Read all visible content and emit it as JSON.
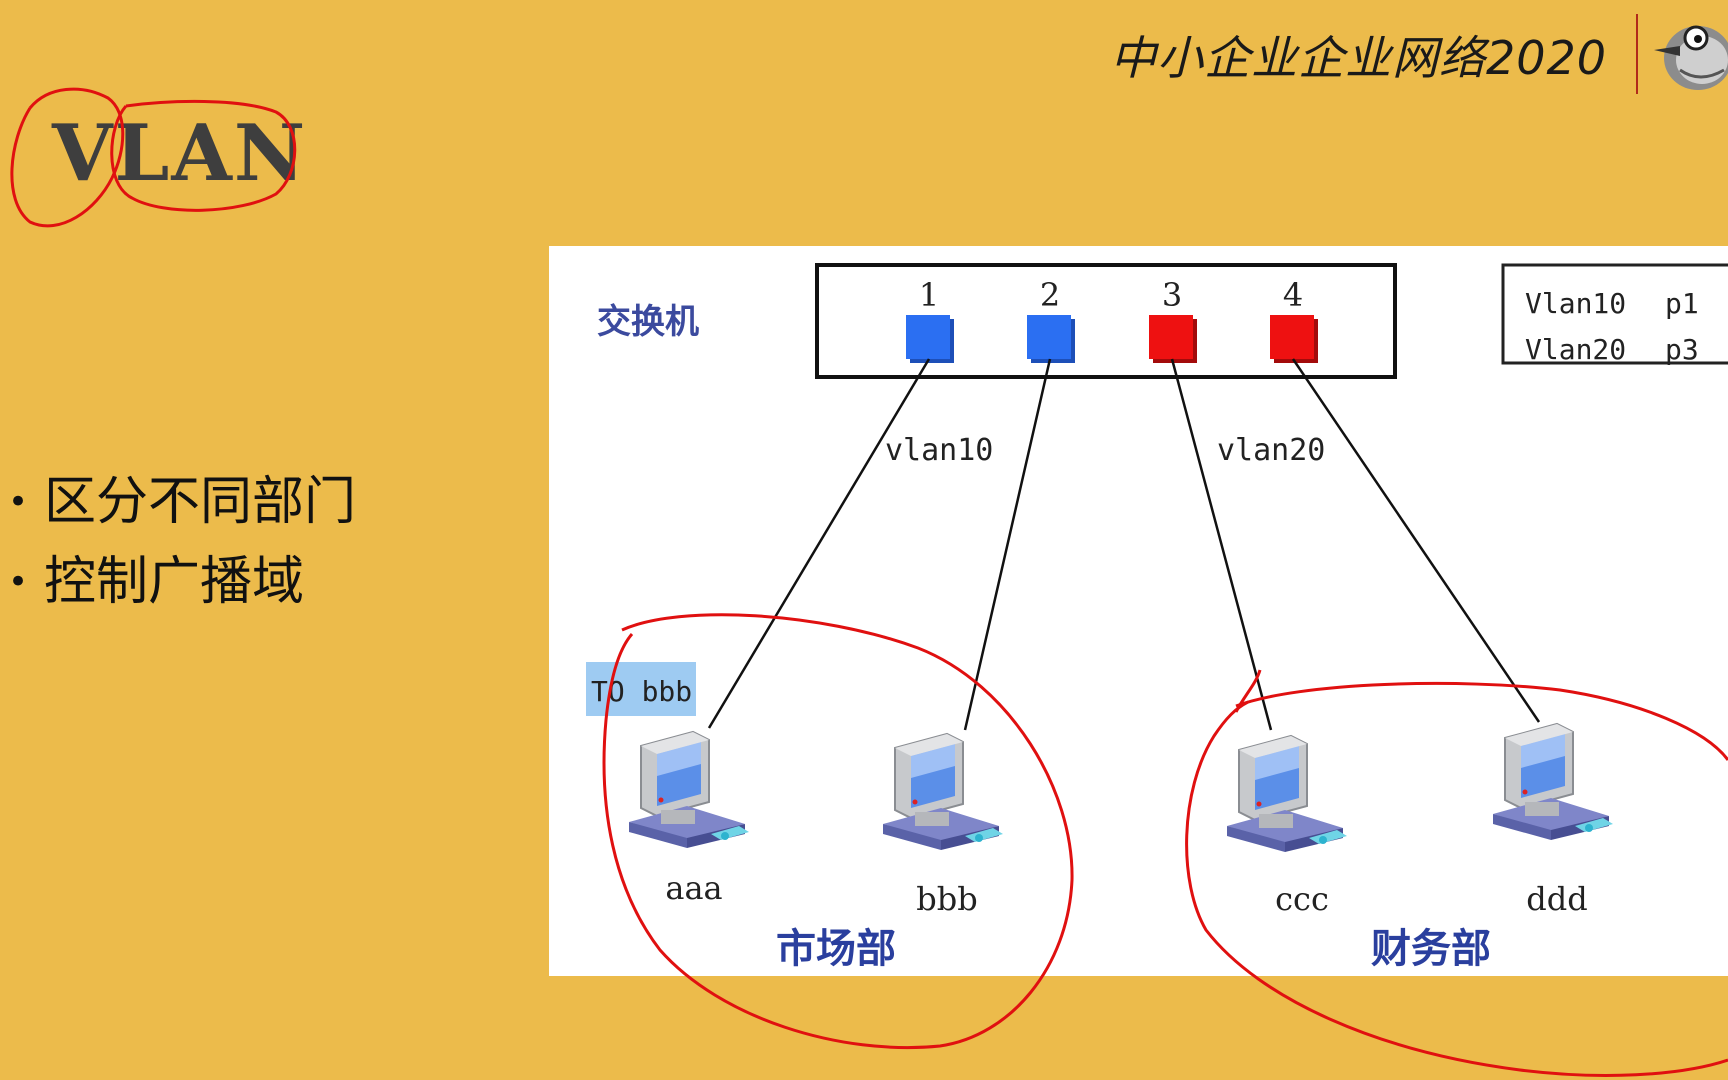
{
  "header": {
    "course_title": "中小企业企业网络2020"
  },
  "slide": {
    "title": "VLAN",
    "bullets": [
      "区分不同部门",
      "控制广播域"
    ]
  },
  "diagram": {
    "switch_label": "交换机",
    "ports": [
      {
        "number": "1",
        "color": "#2b6ff2"
      },
      {
        "number": "2",
        "color": "#2b6ff2"
      },
      {
        "number": "3",
        "color": "#ee1111"
      },
      {
        "number": "4",
        "color": "#ee1111"
      }
    ],
    "vlan_table": [
      {
        "vlan": "Vlan10",
        "port": "p1"
      },
      {
        "vlan": "Vlan20",
        "port": "p3"
      }
    ],
    "link_labels": [
      "vlan10",
      "vlan20"
    ],
    "to_label": "TO bbb",
    "computers": [
      "aaa",
      "bbb",
      "ccc",
      "ddd"
    ],
    "departments": [
      "市场部",
      "财务部"
    ]
  },
  "colors": {
    "background": "#ECBB4B",
    "annotation": "#e01010",
    "dept_label": "#2a3f9e",
    "to_highlight": "#9ecbf2"
  }
}
